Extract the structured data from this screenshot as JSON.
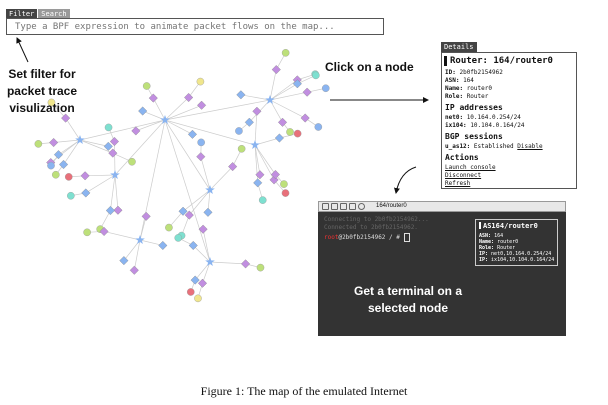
{
  "tabs": [
    {
      "label": "Filter",
      "active": true
    },
    {
      "label": "Search",
      "active": false
    }
  ],
  "filter": {
    "placeholder": "Type a BPF expression to animate packet flows on the map..."
  },
  "annotations": {
    "filter_line1": "Set filter for",
    "filter_line2": "packet trace",
    "filter_line3": "visulization",
    "click": "Click on a node",
    "terminal_line1": "Get a terminal on a",
    "terminal_line2": "selected node"
  },
  "details": {
    "tab_label": "Details",
    "title": "Router: 164/router0",
    "id_label": "ID:",
    "id_value": "2b0fb2154962",
    "asn_label": "ASN:",
    "asn_value": "164",
    "name_label": "Name:",
    "name_value": "router0",
    "role_label": "Role:",
    "role_value": "Router",
    "ip_heading": "IP addresses",
    "ip1_label": "net0:",
    "ip1_value": "10.164.0.254/24",
    "ip2_label": "ix104:",
    "ip2_value": "10.104.0.164/24",
    "bgp_heading": "BGP sessions",
    "bgp_label": "u_as12:",
    "bgp_value": "Established",
    "bgp_action": "Disable",
    "actions_heading": "Actions",
    "action_launch": "Launch console",
    "action_disconnect": "Disconnect",
    "action_refresh": "Refresh"
  },
  "terminal": {
    "title": "164/router0",
    "line1": "Connecting to 2b0fb2154962...",
    "line2": "Connected to 2b0fb2154962.",
    "prompt_user": "root",
    "prompt_host": "@2b0fb2154962 / #",
    "box": {
      "title": "AS164/router0",
      "asn_label": "ASN:",
      "asn_value": "164",
      "name_label": "Name:",
      "name_value": "router0",
      "role_label": "Role:",
      "role_value": "Router",
      "ip1_label": "IP:",
      "ip1_value": "net0,10.164.0.254/24",
      "ip2_label": "IP:",
      "ip2_value": "ix104,10.104.0.164/24"
    }
  },
  "caption": "Figure 1: The map of the emulated Internet",
  "colors": {
    "router": "#c18ee0",
    "host_green": "#bde07a",
    "host_red": "#e8707a",
    "host_cyan": "#7ee0d0",
    "host_yellow": "#f0e68c",
    "host_blue": "#8ab4f0",
    "ix_node": "#8ab4f0",
    "edge": "#cccccc"
  }
}
